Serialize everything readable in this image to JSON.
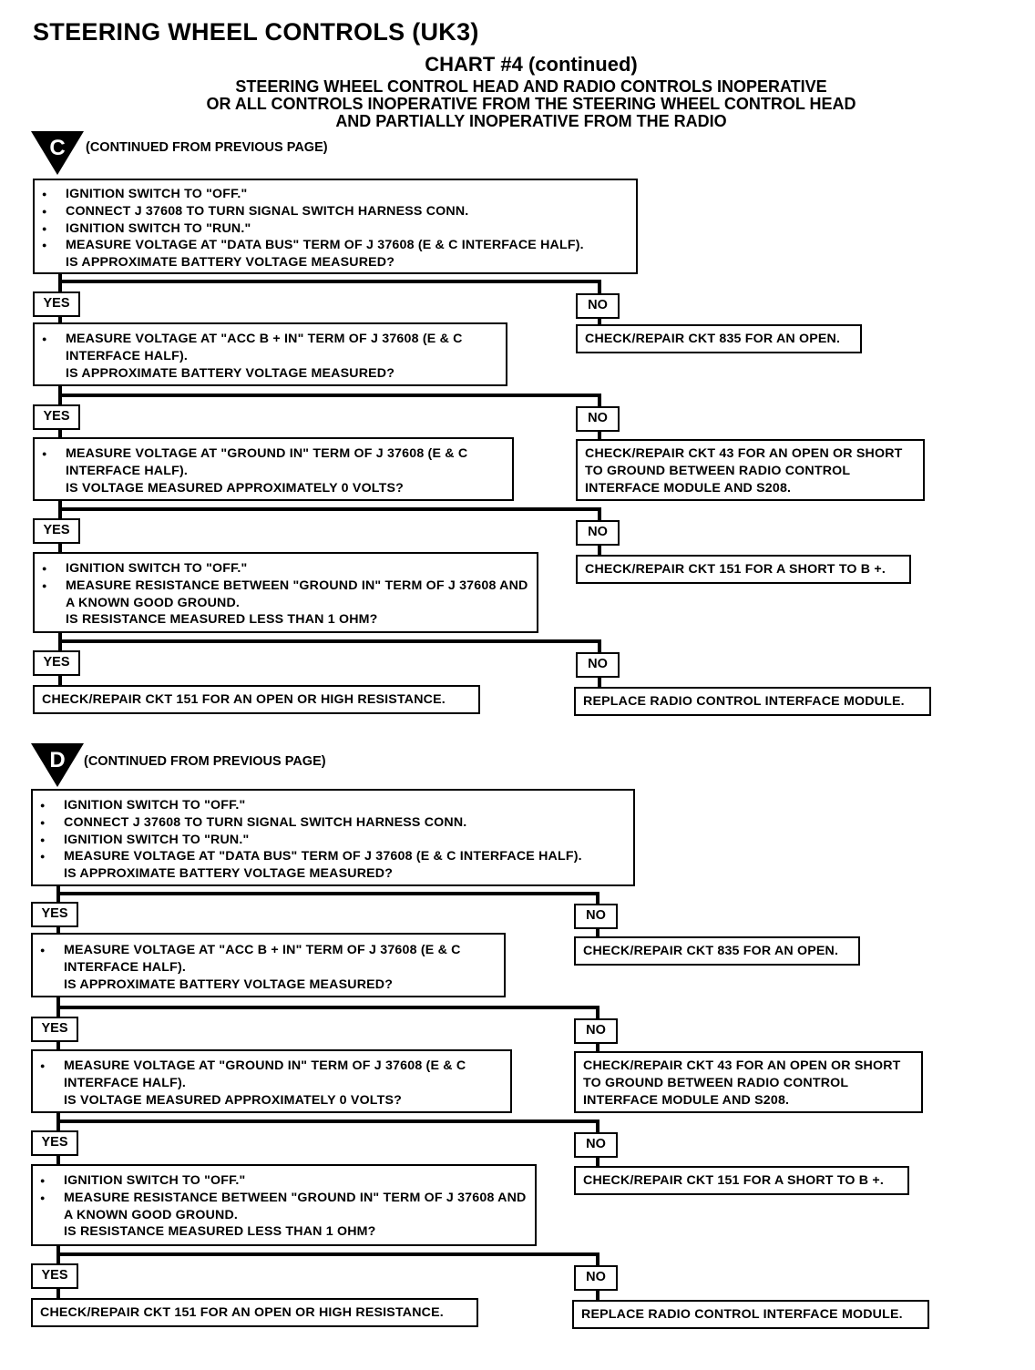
{
  "header": {
    "title": "STEERING WHEEL CONTROLS (UK3)",
    "chart": "CHART #4 (continued)",
    "subtitle": [
      "STEERING WHEEL CONTROL HEAD AND RADIO CONTROLS INOPERATIVE",
      "OR ALL CONTROLS INOPERATIVE FROM THE STEERING WHEEL CONTROL HEAD",
      "AND PARTIALLY INOPERATIVE FROM THE RADIO"
    ]
  },
  "yes_label": "YES",
  "no_label": "NO",
  "sections": [
    {
      "marker": "C",
      "continued": "(CONTINUED FROM PREVIOUS PAGE)",
      "step1": {
        "bullets": [
          "IGNITION SWITCH TO \"OFF.\"",
          "CONNECT J 37608 TO TURN SIGNAL SWITCH HARNESS CONN.",
          "IGNITION SWITCH TO \"RUN.\"",
          "MEASURE VOLTAGE AT \"DATA BUS\" TERM OF J 37608 (E & C INTERFACE HALF)."
        ],
        "question": "IS APPROXIMATE BATTERY VOLTAGE MEASURED?"
      },
      "no1": "CHECK/REPAIR CKT 835 FOR AN OPEN.",
      "step2": {
        "bullets": [
          "MEASURE VOLTAGE AT \"ACC B + IN\" TERM OF J 37608 (E & C INTERFACE HALF)."
        ],
        "question": "IS APPROXIMATE BATTERY VOLTAGE MEASURED?"
      },
      "no2": "CHECK/REPAIR CKT 43 FOR AN OPEN OR SHORT TO GROUND BETWEEN RADIO CONTROL INTERFACE MODULE AND S208.",
      "step3": {
        "bullets": [
          "MEASURE VOLTAGE AT \"GROUND IN\" TERM OF J 37608 (E & C INTERFACE HALF)."
        ],
        "question": "IS VOLTAGE MEASURED APPROXIMATELY 0 VOLTS?"
      },
      "no3": "CHECK/REPAIR CKT 151 FOR A SHORT TO B +.",
      "step4": {
        "bullets": [
          "IGNITION SWITCH TO \"OFF.\"",
          "MEASURE RESISTANCE BETWEEN \"GROUND IN\" TERM OF J 37608 AND A KNOWN GOOD GROUND."
        ],
        "question": "IS RESISTANCE MEASURED LESS THAN 1 OHM?"
      },
      "yes_final": "CHECK/REPAIR CKT 151 FOR AN OPEN OR HIGH RESISTANCE.",
      "no_final": "REPLACE RADIO CONTROL INTERFACE MODULE."
    },
    {
      "marker": "D",
      "continued": "(CONTINUED FROM PREVIOUS PAGE)",
      "step1": {
        "bullets": [
          "IGNITION SWITCH TO \"OFF.\"",
          "CONNECT J 37608 TO TURN SIGNAL SWITCH HARNESS CONN.",
          "IGNITION SWITCH TO \"RUN.\"",
          "MEASURE VOLTAGE AT \"DATA BUS\" TERM OF J 37608 (E & C INTERFACE HALF)."
        ],
        "question": "IS APPROXIMATE BATTERY VOLTAGE MEASURED?"
      },
      "no1": "CHECK/REPAIR CKT 835 FOR AN OPEN.",
      "step2": {
        "bullets": [
          "MEASURE VOLTAGE AT \"ACC B + IN\" TERM OF J 37608 (E & C INTERFACE HALF)."
        ],
        "question": "IS APPROXIMATE BATTERY VOLTAGE MEASURED?"
      },
      "no2": "CHECK/REPAIR CKT 43 FOR AN OPEN OR SHORT TO GROUND BETWEEN RADIO CONTROL INTERFACE MODULE AND S208.",
      "step3": {
        "bullets": [
          "MEASURE VOLTAGE AT \"GROUND IN\" TERM OF J 37608 (E & C INTERFACE HALF)."
        ],
        "question": "IS VOLTAGE MEASURED APPROXIMATELY 0 VOLTS?"
      },
      "no3": "CHECK/REPAIR CKT 151 FOR A SHORT TO B +.",
      "step4": {
        "bullets": [
          "IGNITION SWITCH TO \"OFF.\"",
          "MEASURE RESISTANCE BETWEEN \"GROUND IN\" TERM OF J 37608 AND A KNOWN GOOD GROUND."
        ],
        "question": "IS RESISTANCE MEASURED LESS THAN 1 OHM?"
      },
      "yes_final": "CHECK/REPAIR CKT 151 FOR AN OPEN OR HIGH RESISTANCE.",
      "no_final": "REPLACE RADIO CONTROL INTERFACE MODULE."
    }
  ]
}
